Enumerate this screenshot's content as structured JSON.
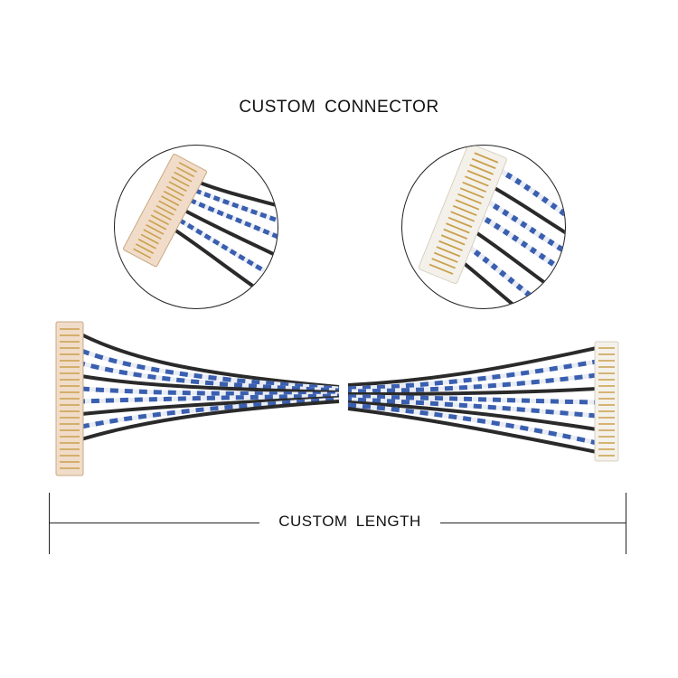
{
  "labels": {
    "connector": "CUSTOM  CONNECTOR",
    "length": "CUSTOM  LENGTH"
  },
  "colors": {
    "wire_blue": "#3a5fb0",
    "wire_white": "#e9edf3",
    "wire_black": "#2a2a2a",
    "connector_left": "#f1dcc9",
    "connector_right": "#f4f1ea",
    "pin_gold": "#c9a04c"
  },
  "images": {
    "left_detail": "left-connector-closeup",
    "right_detail": "right-connector-closeup",
    "main": "twisted-pair-cable-assembly"
  }
}
